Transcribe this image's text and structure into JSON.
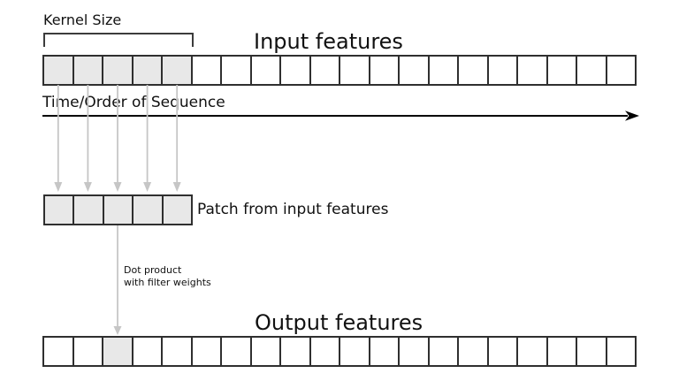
{
  "diagram": {
    "labels": {
      "kernel_size": "Kernel Size",
      "input_features": "Input features",
      "time_order": "Time/Order of Sequence",
      "patch": "Patch from input features",
      "dot_product_line1": "Dot product",
      "dot_product_line2": "with filter weights",
      "output_features": "Output features"
    },
    "rows": {
      "input_row": {
        "cells": 20,
        "highlighted": [
          0,
          1,
          2,
          3,
          4
        ]
      },
      "patch_row": {
        "cells": 5,
        "highlighted": [
          0,
          1,
          2,
          3,
          4
        ]
      },
      "output_row": {
        "cells": 20,
        "highlighted": [
          2
        ]
      }
    },
    "icons": {
      "time_axis_arrow": "right-arrow",
      "patch_extract_arrows": "five-down-arrows",
      "dot_product_arrow": "down-arrow"
    },
    "colors": {
      "background": "#ffffff",
      "cell_fill": "#ffffff",
      "cell_highlight": "#e8e8e8",
      "cell_border": "#2f2f2f",
      "gray_arrow": "#c6c6c6",
      "black_arrow": "#000000",
      "text": "#111111"
    }
  }
}
